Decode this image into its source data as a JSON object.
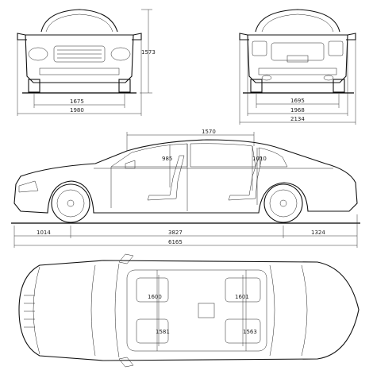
{
  "front_view": {
    "height": "1573",
    "track_width": "1675",
    "width": "1980"
  },
  "rear_view": {
    "track_width": "1695",
    "width_body": "1968",
    "width_mirrors": "2134"
  },
  "side_view": {
    "roof_length": "1570",
    "front_headroom": "985",
    "rear_headroom": "1010",
    "front_overhang": "1014",
    "wheelbase": "3827",
    "rear_overhang": "1324",
    "overall_length": "6165"
  },
  "top_view": {
    "front_shoulder_width": "1600",
    "rear_shoulder_width": "1601",
    "front_hip_width": "1581",
    "rear_hip_width": "1563"
  }
}
